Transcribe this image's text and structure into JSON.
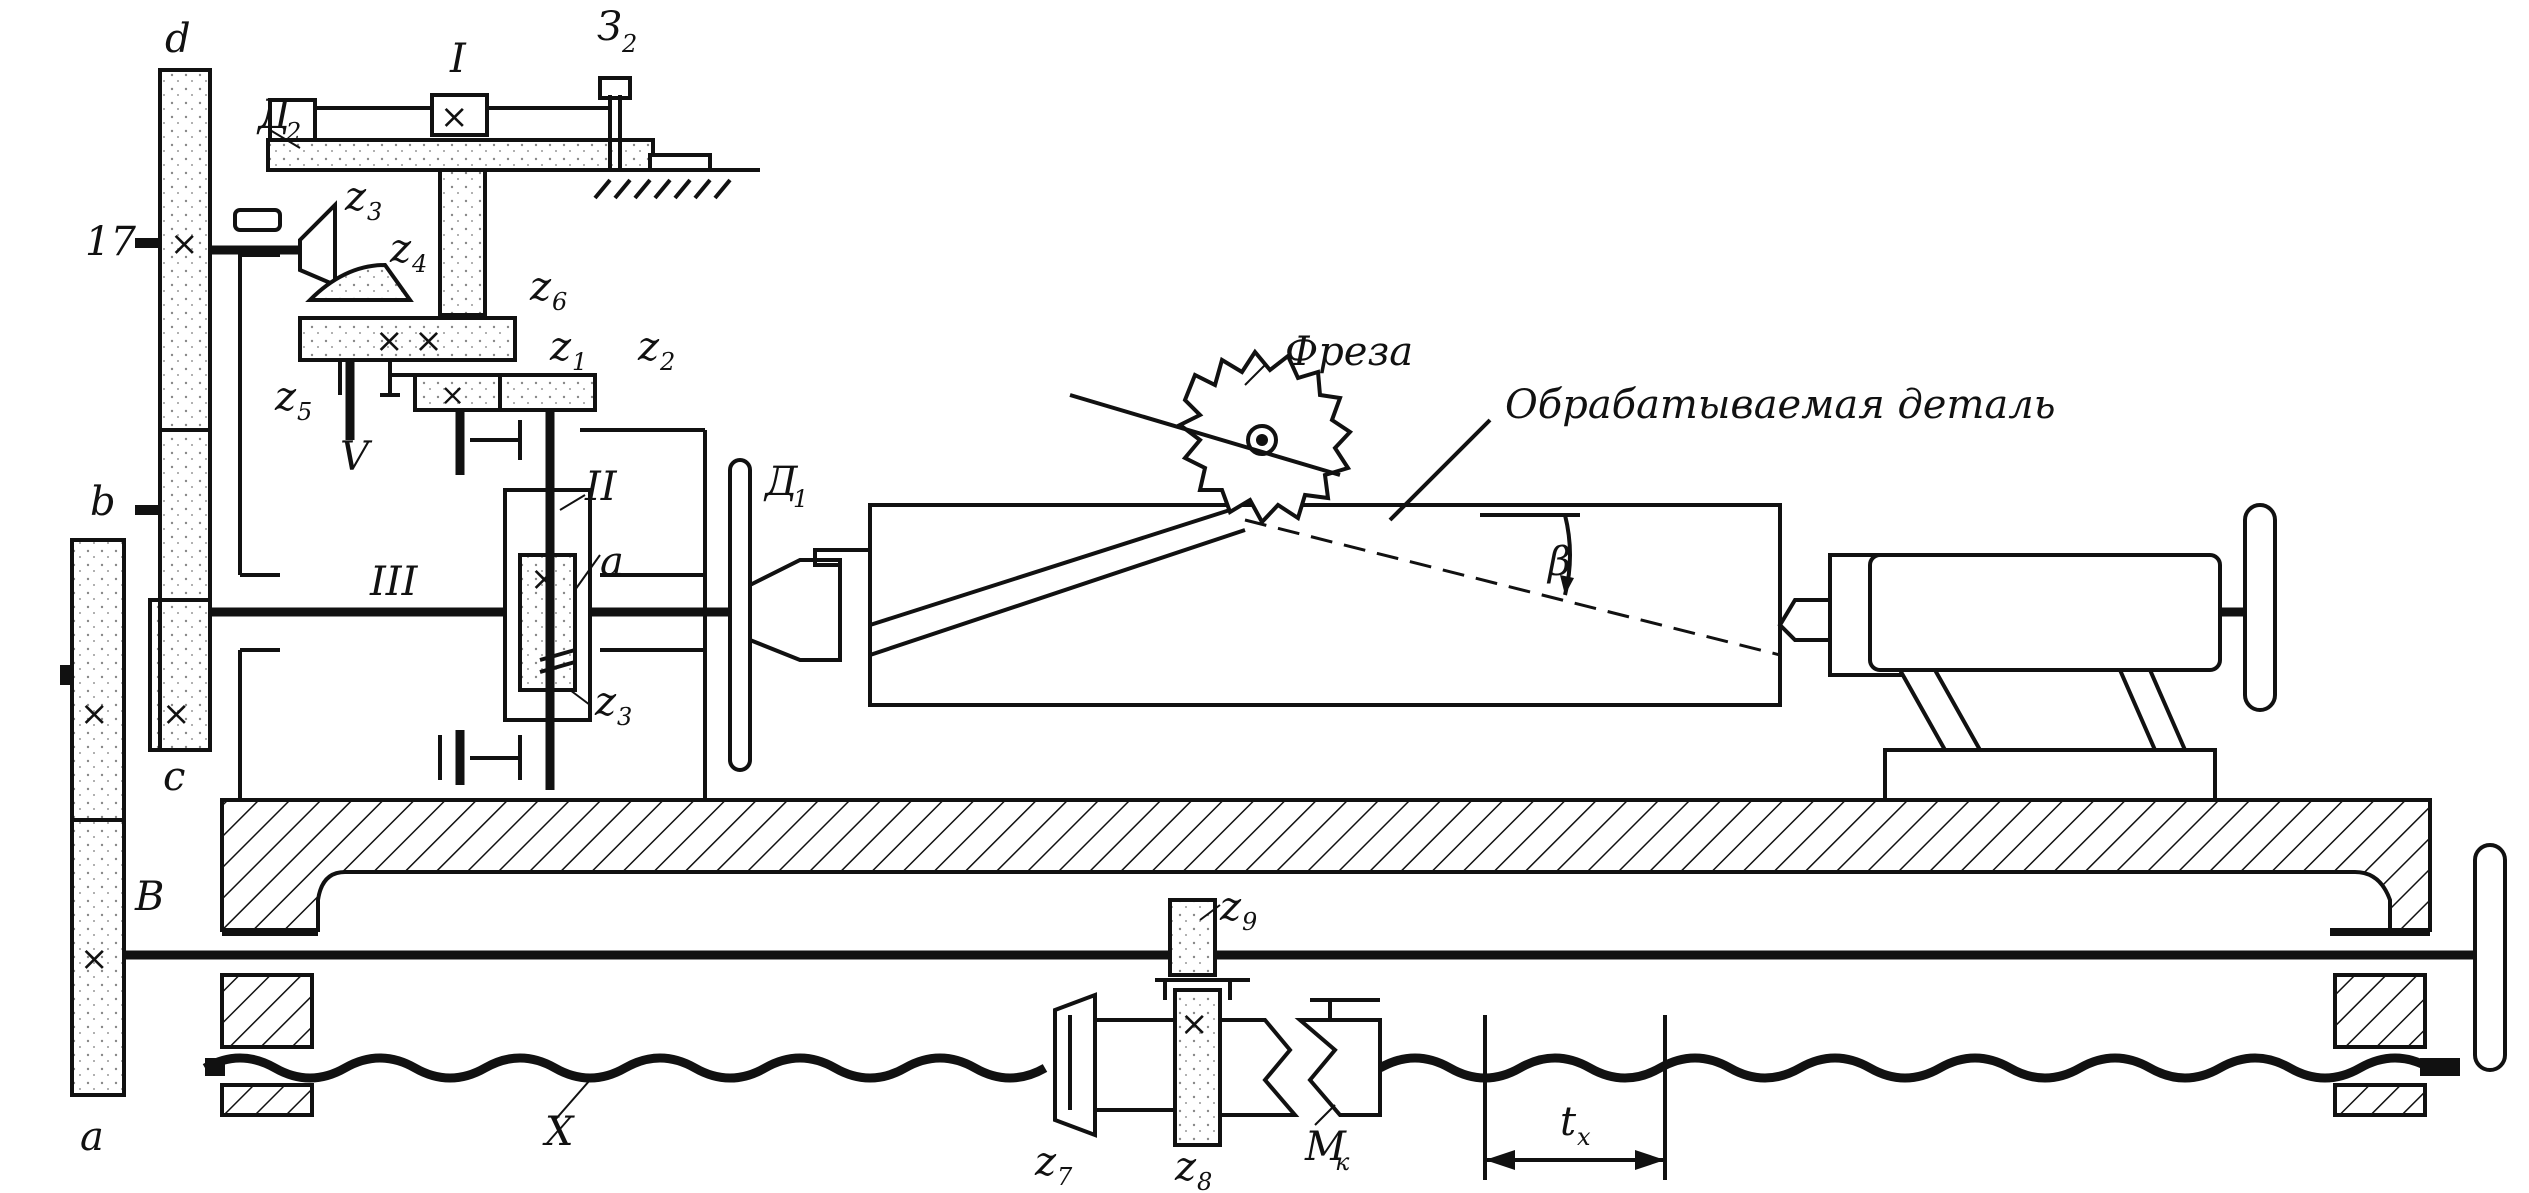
{
  "labels": {
    "d": "d",
    "b": "b",
    "c": "c",
    "a_gear": "a",
    "a_worm": "a",
    "I": "I",
    "II": "II",
    "III": "III",
    "V": "V",
    "B": "B",
    "X": "X",
    "n17": "17",
    "D2": "Д",
    "D2_sub": "2",
    "D1": "Д",
    "D1_sub": "1",
    "Z2mark": "З",
    "Z2mark_sub": "2",
    "z3": "z",
    "z3_sub": "3",
    "z4": "z",
    "z4_sub": "4",
    "z5": "z",
    "z5_sub": "5",
    "z6": "z",
    "z6_sub": "6",
    "z1": "z",
    "z1_sub": "1",
    "z2": "z",
    "z2_sub": "2",
    "zworm": "z",
    "zworm_sub": "3",
    "z9": "z",
    "z9_sub": "9",
    "z7": "z",
    "z7_sub": "7",
    "z8": "z",
    "z8_sub": "8",
    "Mk": "M",
    "Mk_sub": "к",
    "tx": "t",
    "tx_sub": "x",
    "beta": "β",
    "freza": "Фреза",
    "workpiece": "Обрабатываемая деталь"
  }
}
